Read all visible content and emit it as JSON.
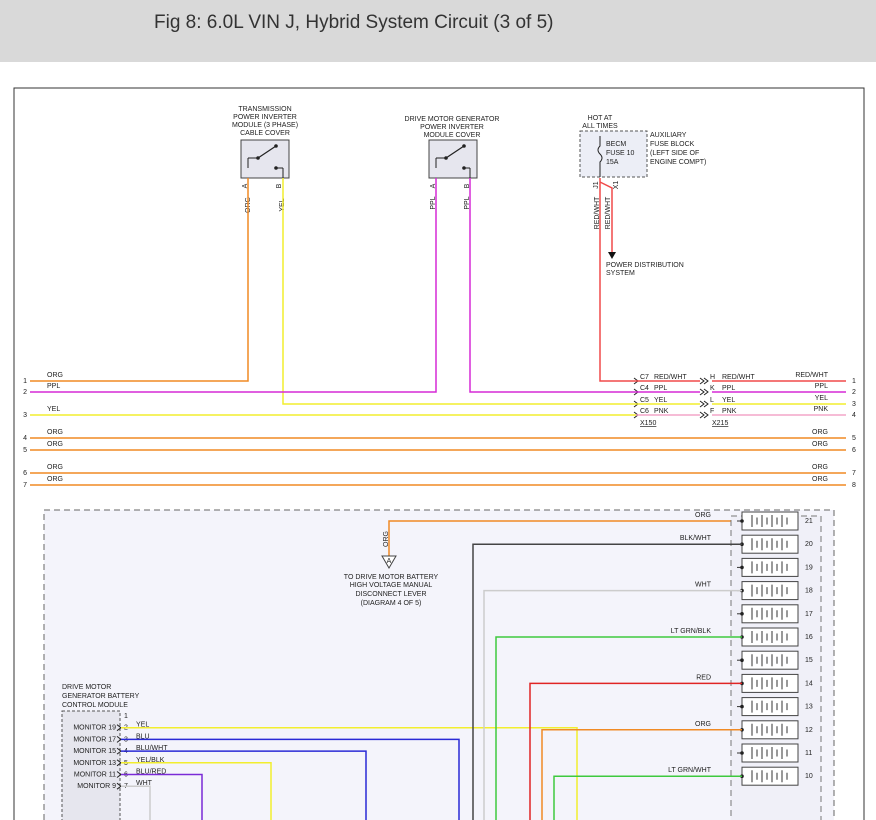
{
  "header": {
    "title": "Fig 8: 6.0L VIN J, Hybrid System Circuit (3 of 5)"
  },
  "colors": {
    "ORG": "#f08a24",
    "PPL": "#d62ad6",
    "YEL": "#f2ee2e",
    "RED": "#e02424",
    "RED/WHT": "#f04a4a",
    "PNK": "#f4a6c8",
    "BLU": "#2a2ad6",
    "BLK": "#444444",
    "WHT": "#cccccc",
    "GRN": "#3ec93e"
  },
  "components": {
    "tpim": {
      "lines": [
        "TRANSMISSION",
        "POWER INVERTER",
        "MODULE (3 PHASE)",
        "CABLE COVER"
      ],
      "pin_a": "A",
      "pin_b": "B",
      "wire_a": "ORG",
      "wire_b": "YEL"
    },
    "dmgpim": {
      "lines": [
        "DRIVE MOTOR GENERATOR",
        "POWER INVERTER",
        "MODULE COVER"
      ],
      "pin_a": "A",
      "pin_b": "B",
      "wire_a": "PPL",
      "wire_b": "PPL"
    },
    "fuse": {
      "hot_lines": [
        "HOT AT",
        "ALL TIMES"
      ],
      "box_lines": [
        "AUXILIARY",
        "FUSE BLOCK",
        "(LEFT SIDE OF",
        "ENGINE COMPT)"
      ],
      "fuse_lines": [
        "BECM",
        "FUSE 10",
        "15A"
      ],
      "pin_left": "J1",
      "pin_right": "X1",
      "wire_left": "RED/WHT",
      "wire_right": "RED/WHT",
      "dest_lines": [
        "POWER DISTRIBUTION",
        "SYSTEM"
      ]
    },
    "disconnect": {
      "pin": "A",
      "wire": "ORG",
      "lines": [
        "TO DRIVE MOTOR BATTERY",
        "HIGH VOLTAGE MANUAL",
        "DISCONNECT LEVER",
        "(DIAGRAM 4 OF 5)"
      ]
    },
    "becm": {
      "lines": [
        "DRIVE MOTOR",
        "GENERATOR BATTERY",
        "CONTROL MODULE"
      ]
    }
  },
  "cable_rows": [
    {
      "num_left": "1",
      "label_left": "ORG",
      "num_right": "1",
      "label_right": "RED/WHT",
      "color": "ORG",
      "color_right": "RED/WHT"
    },
    {
      "num_left": "2",
      "label_left": "PPL",
      "num_right": "2",
      "label_right": "PPL",
      "color": "PPL"
    },
    {
      "num_left": "3",
      "label_left": "YEL",
      "num_right": "3",
      "label_right": "YEL",
      "color": "YEL"
    },
    {
      "num_left": "",
      "label_left": "",
      "num_right": "4",
      "label_right": "PNK",
      "color": "PNK"
    },
    {
      "num_left": "4",
      "label_left": "ORG",
      "num_right": "5",
      "label_right": "ORG",
      "color": "ORG"
    },
    {
      "num_left": "5",
      "label_left": "ORG",
      "num_right": "6",
      "label_right": "ORG",
      "color": "ORG"
    },
    {
      "num_left": "6",
      "label_left": "ORG",
      "num_right": "7",
      "label_right": "ORG",
      "color": "ORG"
    },
    {
      "num_left": "7",
      "label_left": "ORG",
      "num_right": "8",
      "label_right": "ORG",
      "color": "ORG"
    }
  ],
  "connectors": {
    "c_name": "X150",
    "h_name": "X215",
    "c_rows": [
      {
        "pin": "C7",
        "wire": "RED/WHT"
      },
      {
        "pin": "C4",
        "wire": "PPL"
      },
      {
        "pin": "C5",
        "wire": "YEL"
      },
      {
        "pin": "C6",
        "wire": "PNK"
      }
    ],
    "h_rows": [
      {
        "pin": "H",
        "wire": "RED/WHT"
      },
      {
        "pin": "K",
        "wire": "PPL"
      },
      {
        "pin": "L",
        "wire": "YEL"
      },
      {
        "pin": "F",
        "wire": "PNK"
      }
    ]
  },
  "battery_cells": [
    "21",
    "20",
    "19",
    "18",
    "17",
    "16",
    "15",
    "14",
    "13",
    "12",
    "11",
    "10"
  ],
  "battery_wires": [
    {
      "cell": "21",
      "label": "ORG",
      "color": "ORG"
    },
    {
      "cell": "20",
      "label": "BLK/WHT",
      "color": "BLK"
    },
    {
      "cell": "18",
      "label": "WHT",
      "color": "WHT"
    },
    {
      "cell": "16",
      "label": "LT GRN/BLK",
      "color": "GRN"
    },
    {
      "cell": "14",
      "label": "RED",
      "color": "RED"
    },
    {
      "cell": "12",
      "label": "ORG",
      "color": "ORG"
    },
    {
      "cell": "10",
      "label": "LT GRN/WHT",
      "color": "GRN"
    }
  ],
  "monitor_rows": [
    {
      "pin": "1",
      "name": "",
      "wire": ""
    },
    {
      "pin": "2",
      "name": "MONITOR 19",
      "wire": "YEL"
    },
    {
      "pin": "3",
      "name": "MONITOR 17",
      "wire": "BLU"
    },
    {
      "pin": "4",
      "name": "MONITOR 15",
      "wire": "BLU/WHT"
    },
    {
      "pin": "5",
      "name": "MONITOR 13",
      "wire": "YEL/BLK"
    },
    {
      "pin": "6",
      "name": "MONITOR 11",
      "wire": "BLU/RED"
    },
    {
      "pin": "7",
      "name": "MONITOR 9",
      "wire": "WHT"
    }
  ]
}
